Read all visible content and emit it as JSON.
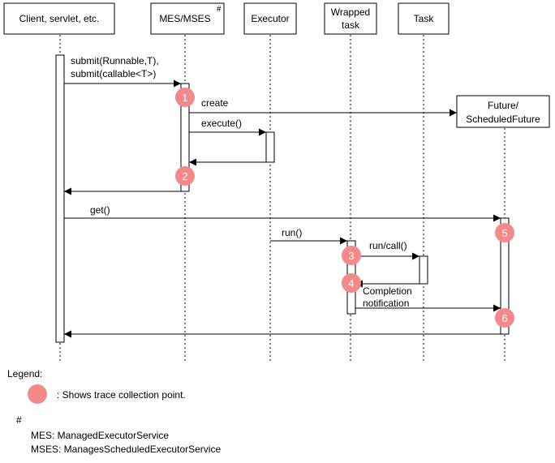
{
  "participants": {
    "client": "Client, servlet, etc.",
    "mes": "MES/MSES",
    "mes_mark": "#",
    "executor": "Executor",
    "wrapped_line1": "Wrapped",
    "wrapped_line2": "task",
    "task": "Task",
    "future_line1": "Future/",
    "future_line2": "ScheduledFuture"
  },
  "messages": {
    "submit_line1": "submit(Runnable,T),",
    "submit_line2": "submit(callable<T>)",
    "create": "create",
    "execute": "execute()",
    "get": "get()",
    "run": "run()",
    "run_call": "run/call()",
    "completion_line1": "Completion",
    "completion_line2": "notification"
  },
  "trace_points": [
    "1",
    "2",
    "3",
    "4",
    "5",
    "6"
  ],
  "legend": {
    "title": "Legend:",
    "trace_description": ": Shows trace collection point.",
    "note_mark": "#",
    "mes_note": "MES: ManagedExecutorService",
    "mses_note": "MSES: ManagesScheduledExecutorService"
  },
  "colors": {
    "trace_point": "#f4898a",
    "line": "#000000",
    "background": "#ffffff"
  }
}
